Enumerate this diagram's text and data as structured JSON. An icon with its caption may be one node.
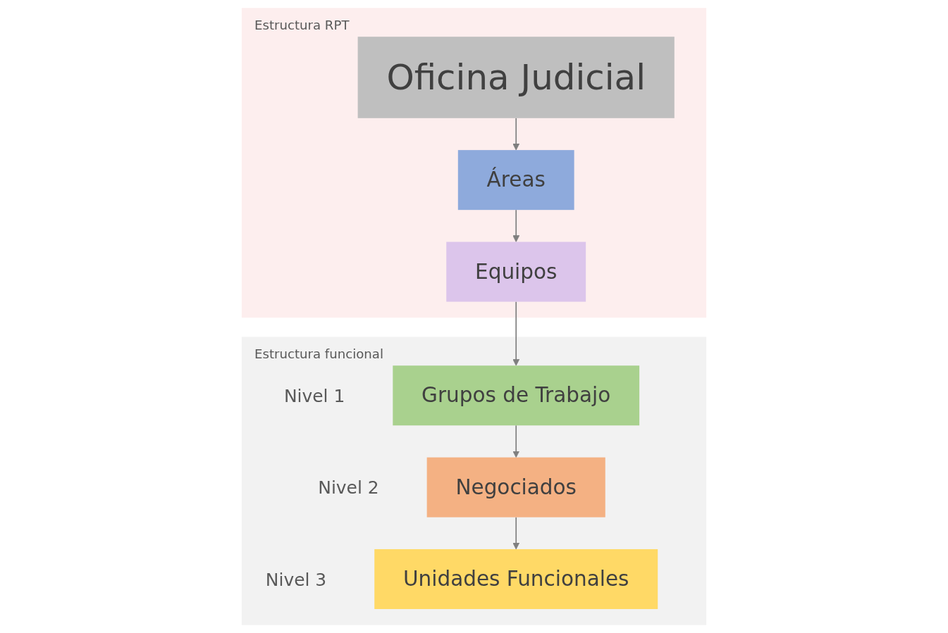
{
  "diagram": {
    "nodes": [
      {
        "text": [
          "Estructura RPT"
        ]
      },
      {
        "text": [
          "Oficina Judicial"
        ],
        "in": 0
      },
      {
        "text": [
          "Áreas"
        ],
        "in": 0
      },
      {
        "text": [
          "Equipos"
        ],
        "in": 0
      },
      {
        "text": [
          "Estructura funcional"
        ]
      },
      {
        "text": [
          "Grupos de Trabajo"
        ],
        "in": 4,
        "beside": [
          "Nivel 1"
        ]
      },
      {
        "text": [
          "Negociados"
        ],
        "in": 4,
        "beside": [
          "Nivel 2"
        ]
      },
      {
        "text": [
          "Unidades Funcionales"
        ],
        "in": 4,
        "beside": [
          "Nivel 3"
        ]
      }
    ],
    "edges": [
      {
        "from": 1,
        "to": 2,
        "arrow": "to"
      },
      {
        "from": 2,
        "to": 3,
        "arrow": "to"
      },
      {
        "from": 3,
        "to": 5,
        "arrow": "to"
      },
      {
        "from": 5,
        "to": 6,
        "arrow": "to"
      },
      {
        "from": 6,
        "to": 7,
        "arrow": "to"
      }
    ]
  }
}
